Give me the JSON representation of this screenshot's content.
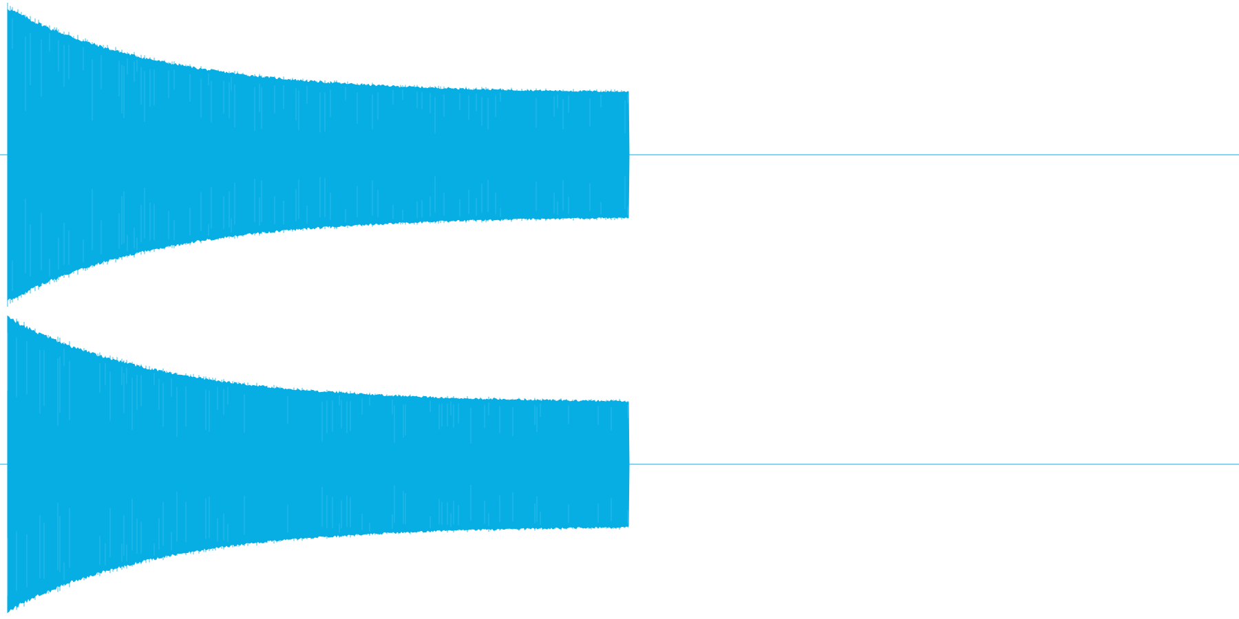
{
  "waveform": {
    "color": "#06aee4",
    "background": "#ffffff",
    "channels": [
      {
        "channel": 1,
        "peak_amplitude": 0.98,
        "sustain_amplitude": 0.41,
        "sound_end_fraction": 0.508,
        "decay_rate": 4.0
      },
      {
        "channel": 2,
        "peak_amplitude": 0.98,
        "sustain_amplitude": 0.41,
        "sound_end_fraction": 0.508,
        "decay_rate": 4.0
      }
    ]
  }
}
